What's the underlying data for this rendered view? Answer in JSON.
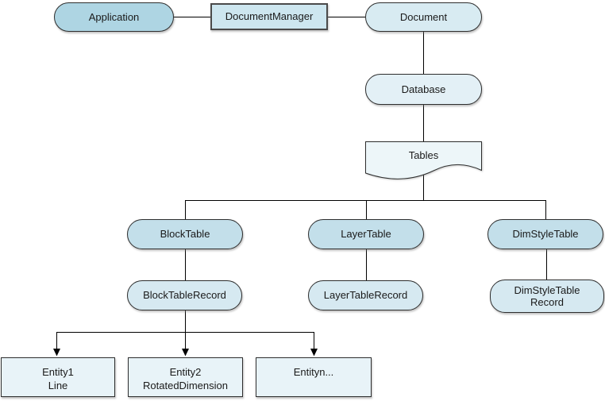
{
  "diagram": {
    "description": "Object hierarchy diagram"
  },
  "colors": {
    "fill_application": "#aed5e3",
    "fill_document_manager": "#cde6ef",
    "fill_document": "#d8ebf2",
    "fill_database": "#e3f0f6",
    "fill_tables": "#edf6f9",
    "fill_table_pill": "#c3dfea",
    "fill_record_pill": "#d6e9f1",
    "fill_entity_box": "#e8f3f8",
    "border_color": "#2e2e2e",
    "connector_color": "#000000",
    "text_color": "#1a1a1a"
  },
  "nodes": {
    "application": {
      "label": "Application"
    },
    "document_manager": {
      "label": "DocumentManager"
    },
    "document": {
      "label": "Document"
    },
    "database": {
      "label": "Database"
    },
    "tables": {
      "label": "Tables"
    },
    "block_table": {
      "label": "BlockTable"
    },
    "layer_table": {
      "label": "LayerTable"
    },
    "dim_style_table": {
      "label": "DimStyleTable"
    },
    "block_table_record": {
      "label": "BlockTableRecord"
    },
    "layer_table_record": {
      "label": "LayerTableRecord"
    },
    "dim_style_table_record": {
      "line1": "DimStyleTable",
      "line2": "Record"
    },
    "entity1": {
      "line1": "Entity1",
      "line2": "Line"
    },
    "entity2": {
      "line1": "Entity2",
      "line2": "RotatedDimension"
    },
    "entityn": {
      "label": "Entityn..."
    }
  }
}
